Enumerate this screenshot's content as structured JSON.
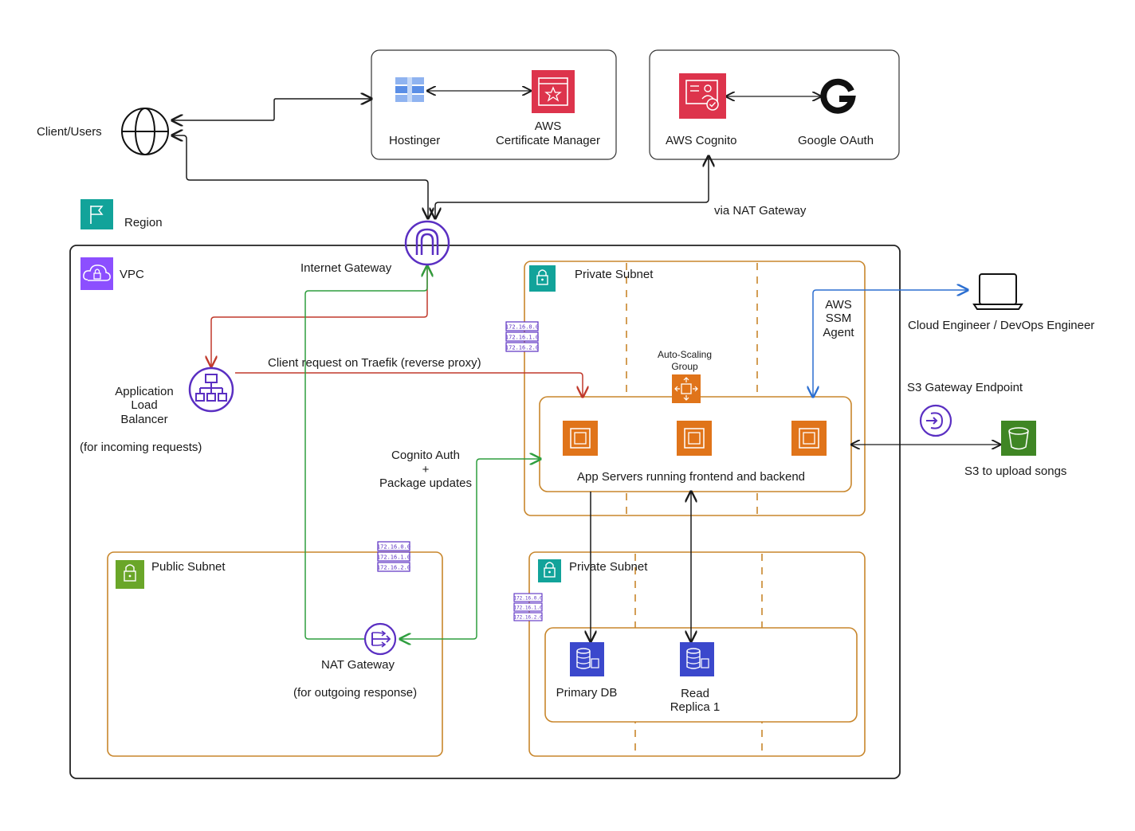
{
  "top_left_box": {
    "hostinger": "Hostinger",
    "acm_line1": "AWS",
    "acm_line2": "Certificate Manager"
  },
  "top_right_box": {
    "cognito": "AWS Cognito",
    "google": "Google OAuth"
  },
  "client": {
    "label": "Client/Users"
  },
  "region": {
    "label": "Region"
  },
  "vpc": {
    "label": "VPC"
  },
  "internet_gateway": {
    "label": "Internet Gateway"
  },
  "via_nat": {
    "label": "via NAT Gateway"
  },
  "alb": {
    "line1": "Application",
    "line2": "Load",
    "line3": "Balancer",
    "note": "(for incoming requests)"
  },
  "client_request": {
    "label": "Client request on Traefik (reverse proxy)"
  },
  "cognito_auth": {
    "line1": "Cognito Auth",
    "line2": "+",
    "line3": "Package updates"
  },
  "private_subnet_top": {
    "label": "Private Subnet"
  },
  "private_subnet_bottom": {
    "label": "Private Subnet"
  },
  "public_subnet": {
    "label": "Public Subnet"
  },
  "asg": {
    "line1": "Auto-Scaling",
    "line2": "Group"
  },
  "ssm": {
    "line1": "AWS",
    "line2": "SSM",
    "line3": "Agent"
  },
  "app_servers": {
    "label": "App Servers running frontend and backend"
  },
  "cloud_engineer": {
    "label": "Cloud Engineer / DevOps Engineer"
  },
  "s3_endpoint": {
    "label": "S3 Gateway Endpoint"
  },
  "s3": {
    "label": "S3 to upload songs"
  },
  "nat": {
    "label": "NAT Gateway",
    "note": "(for outgoing response)"
  },
  "primary_db": {
    "label": "Primary DB"
  },
  "read_replica": {
    "line1": "Read",
    "line2": "Replica 1"
  },
  "cidr_blocks": [
    "172.16.0.0",
    "172.16.1.0",
    "172.16.2.0"
  ],
  "colors": {
    "orange": "#c8862b",
    "aws_orange": "#e0741a",
    "purple": "#5a2fc2",
    "red_arrow": "#c0392b",
    "green_arrow": "#2e9e3e",
    "blue_arrow": "#2c6fd1",
    "teal": "#12a39a",
    "lime": "#6aa629",
    "db_blue": "#3b48cc",
    "aws_red": "#dd344c",
    "s3_green": "#3f8624"
  }
}
